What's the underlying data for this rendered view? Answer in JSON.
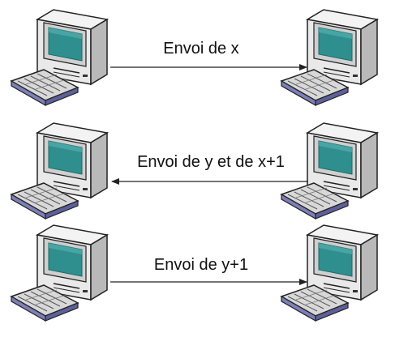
{
  "messages": [
    {
      "label": "Envoi de x",
      "direction": "right"
    },
    {
      "label": "Envoi de y et de x+1",
      "direction": "left"
    },
    {
      "label": "Envoi de y+1",
      "direction": "right"
    }
  ],
  "icons": {
    "computer": "desktop-computer-icon"
  },
  "colors": {
    "case": "#e9e9e9",
    "case_shade": "#b9b9b9",
    "screen": "#2f8f8f",
    "screen_dark": "#1d6a6a",
    "keyboard": "#d8d8d8",
    "keyboard_base": "#7d7fb8",
    "line": "#222222"
  }
}
